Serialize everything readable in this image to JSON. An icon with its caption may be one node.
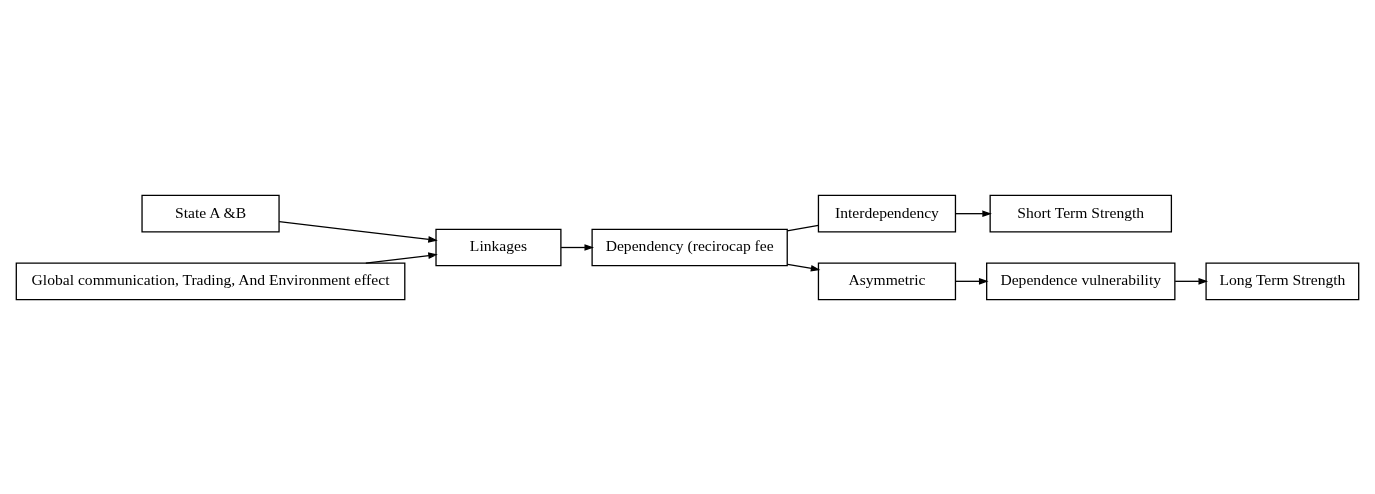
{
  "diagram": {
    "nodes": [
      {
        "text": [
          "State A &B"
        ]
      },
      {
        "text": [
          "Linkages"
        ]
      },
      {
        "text": [
          "Global communication, Trading, And Environment effect"
        ]
      },
      {
        "text": [
          "Interdependency"
        ]
      },
      {
        "text": [
          "Short Term Strength"
        ]
      },
      {
        "text": [
          "Dependency (recirocap fee"
        ]
      },
      {
        "text": [
          "Asymmetric"
        ]
      },
      {
        "text": [
          "Dependence vulnerability"
        ]
      },
      {
        "text": [
          "Long Term Strength"
        ]
      }
    ],
    "edges": [
      {
        "from": 0,
        "to": 1,
        "arrow": "to"
      },
      {
        "from": 2,
        "to": 1,
        "arrow": "to"
      },
      {
        "from": 1,
        "to": 5,
        "arrow": "to"
      },
      {
        "from": 3,
        "to": 4,
        "arrow": "to"
      },
      {
        "from": 5,
        "to": 3,
        "arrow": "none"
      },
      {
        "from": 5,
        "to": 6,
        "arrow": "to"
      },
      {
        "from": 6,
        "to": 7,
        "arrow": "to"
      },
      {
        "from": 7,
        "to": 8,
        "arrow": "to"
      }
    ]
  }
}
